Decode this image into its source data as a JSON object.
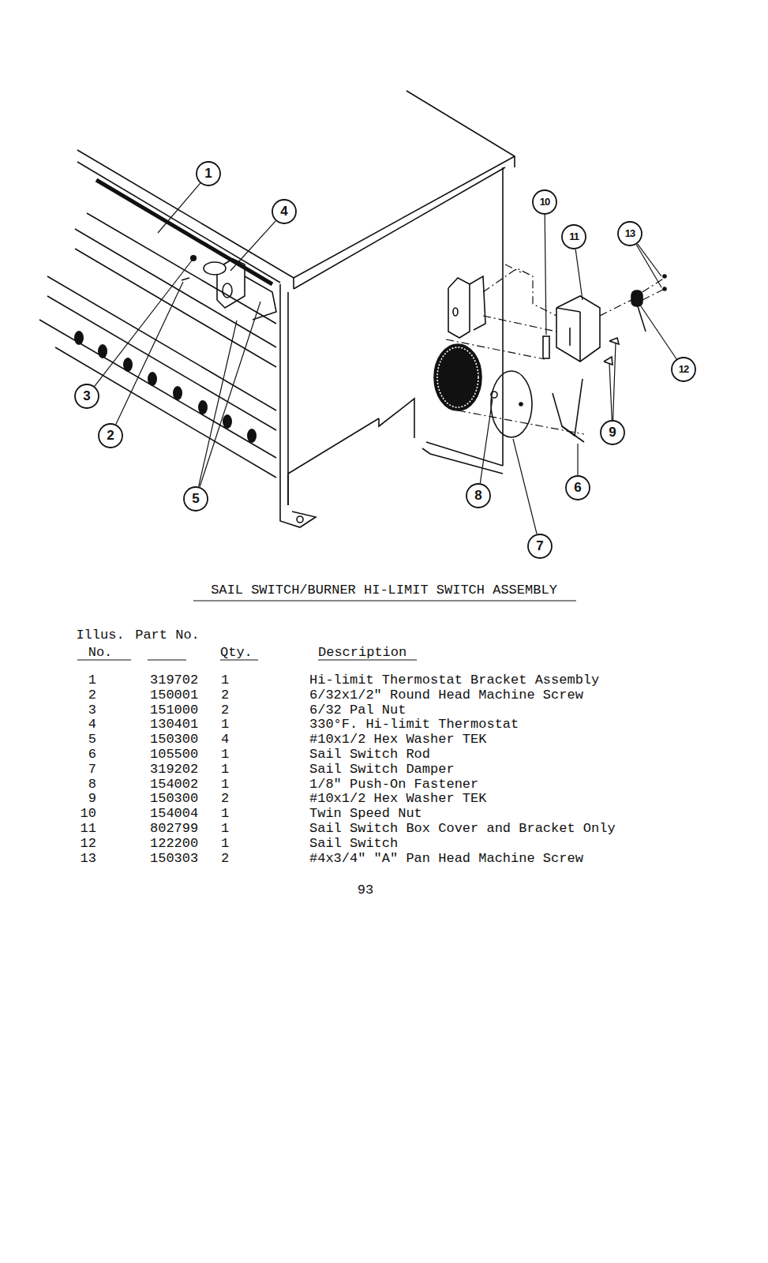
{
  "diagram": {
    "title": "SAIL SWITCH/BURNER HI-LIMIT SWITCH ASSEMBLY",
    "labels": [
      "1",
      "4",
      "10",
      "11",
      "13",
      "12",
      "3",
      "9",
      "2",
      "5",
      "8",
      "6",
      "7",
      "Illus. No.",
      "Part No.",
      "Qty.",
      "Description",
      "1",
      "319702",
      "1",
      "Hi-limit Thermostat Bracket Assembly",
      "2",
      "150001",
      "2",
      "6/32x1/2\" Round Head Machine Screw",
      "3",
      "151000",
      "2",
      "6/32 Pal Nut",
      "4",
      "130401",
      "1",
      "330°F. Hi-limit Thermostat",
      "5",
      "150300",
      "4",
      "#10x1/2 Hex Washer TEK",
      "6",
      "105500",
      "1",
      "Sail Switch Rod",
      "7",
      "319202",
      "1",
      "Sail Switch Damper",
      "8",
      "154002",
      "1",
      "1/8\" Push-On Fastener",
      "9",
      "150300",
      "2",
      "#10x1/2 Hex Washer TEK",
      "10",
      "154004",
      "1",
      "Twin Speed Nut",
      "11",
      "802799",
      "1",
      "Sail Switch Box Cover and Bracket Only",
      "12",
      "122200",
      "1",
      "Sail Switch",
      "13",
      "150303",
      "2",
      "#4x3/4\" \"A\" Pan Head Machine Screw",
      "93"
    ]
  }
}
